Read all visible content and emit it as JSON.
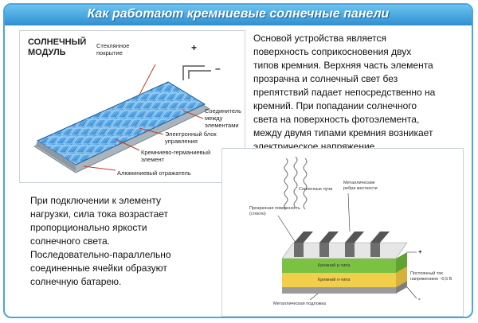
{
  "banner": {
    "title": "Как работают кремниевые солнечные панели"
  },
  "module_diagram": {
    "title_line1": "СОЛНЕЧНЫЙ",
    "title_line2": "МОДУЛЬ",
    "plus_sign": "+",
    "minus_sign": "–",
    "labels": {
      "glass_1": "Стеклянное",
      "glass_2": "покрытие",
      "connector_1": "Соединитель",
      "connector_2": "между",
      "connector_3": "элементами",
      "control_1": "Электронный блок",
      "control_2": "управления",
      "sige_1": "Кремниево-германиевый",
      "sige_2": "элемент",
      "reflector": "Алюминиевый отражатель"
    },
    "colors": {
      "cell": "#3d9be3",
      "frame": "#a9b4bc",
      "arrow": "#c0392b"
    }
  },
  "paragraph_top": [
    "Основой устройства является",
    "поверхность соприкосновения двух",
    "типов кремния. Верхняя часть элемента",
    "прозрачна и солнечный свет без",
    "препятствий падает непосредственно на",
    "кремний. При попадании солнечного",
    "света на поверхность фотоэлемента,",
    "между двумя типами кремния возникает",
    "электрическое напряжение."
  ],
  "paragraph_bottom": [
    "При подключении к элементу",
    "нагрузки, сила тока возрастает",
    "пропорционально яркости",
    "солнечного света.",
    "Последовательно-параллельно",
    "соединенные ячейки  образуют",
    "солнечную батарею."
  ],
  "cell_diagram": {
    "labels": {
      "sun_rays": "Солнечные лучи",
      "ribs_1": "Металлические",
      "ribs_2": "ребра жесткости",
      "transparent_1": "Прозрачная поверхность",
      "transparent_2": "(стекло)",
      "p_type": "Кремний p-типа",
      "n_type": "Кремний n-типа",
      "dc_1": "Постоянный ток",
      "dc_2": "напряжением ~0,5 В",
      "substrate": "Металлическая подложка"
    },
    "plus_sign": "+",
    "minus_sign": "-",
    "colors": {
      "p_layer": "#7cc242",
      "n_layer": "#f2cf4a",
      "ribs": "#6d6d6d",
      "base": "#9b9b9b"
    }
  }
}
